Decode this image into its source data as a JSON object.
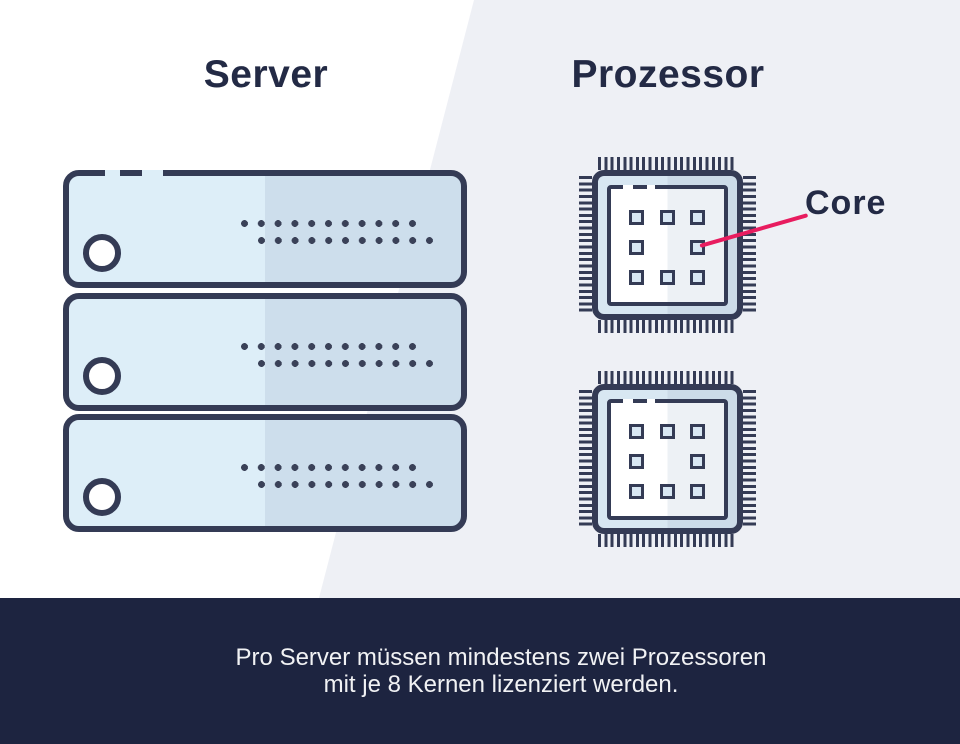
{
  "headings": {
    "server": "Server",
    "processor": "Prozessor"
  },
  "core_label": "Core",
  "footer": {
    "line1": "Pro Server müssen mindestens zwei Prozessoren",
    "line2": "mit je 8 Kernen lizenziert werden."
  },
  "diagram": {
    "server_unit_count": 3,
    "processor_count": 2,
    "cores_per_processor": 8
  },
  "colors": {
    "outline_navy": "#343b55",
    "heading_navy": "#232a45",
    "footer_bg": "#1d2440",
    "footer_text": "#f1f2f4",
    "background_right": "#eef0f5",
    "server_fill_left": "#ddeef8",
    "server_fill_right": "#cddeec",
    "chip_fill_left": "#d8e7f2",
    "chip_fill_right": "#ccdbe8",
    "core_fill": "#d8e7f3",
    "callout_red": "#e81c5f"
  }
}
